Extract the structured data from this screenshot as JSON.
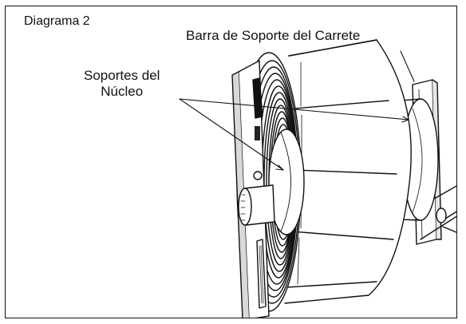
{
  "diagram": {
    "title": "Diagrama 2",
    "callouts": {
      "spool_bar": "Barra de Soporte del Carrete",
      "core_supports_line1": "Soportes del",
      "core_supports_line2": "Núcleo"
    },
    "colors": {
      "ink": "#111111",
      "paper": "#ffffff",
      "label_face": "#f3f3f3"
    }
  }
}
